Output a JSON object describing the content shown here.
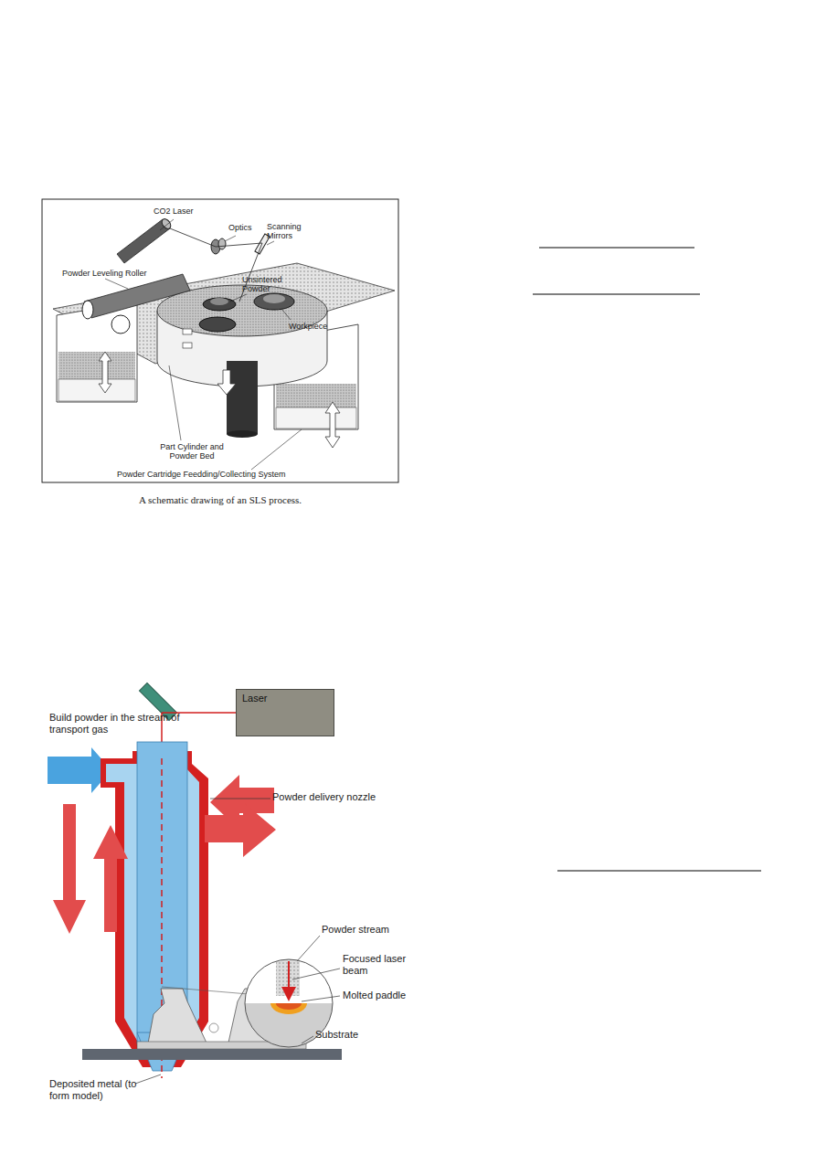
{
  "diagram": {
    "caption": "A schematic drawing of an SLS process.",
    "nodes": [
      {
        "text": [
          "Laser"
        ]
      }
    ],
    "labels": [
      "CO2 Laser",
      "Optics",
      "Scanning Mirrors",
      "Powder Leveling Roller",
      "Unsintered Powder",
      "Workpiece",
      "Part Cylinder and Powder Bed",
      "Powder Cartridge Feedding/Collecting System",
      "Build powder in the stream of transport gas",
      "Powder delivery nozzle",
      "Powder stream",
      "Focused laser beam",
      "Molted paddle",
      "Deposited metal (to form model)",
      "Substrate"
    ]
  }
}
